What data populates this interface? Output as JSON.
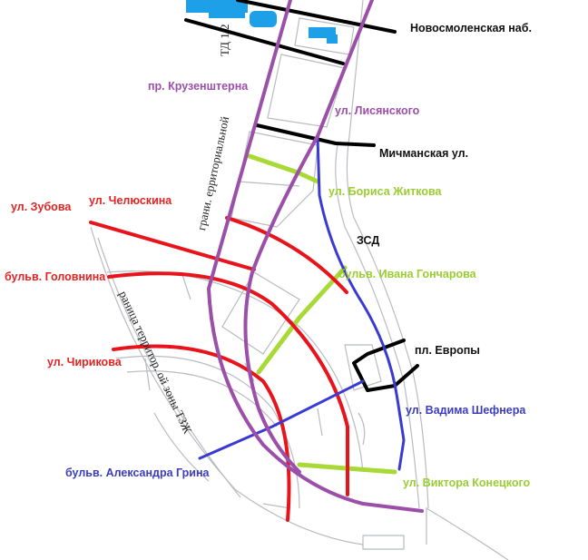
{
  "colors": {
    "purple": "#9b4fa8",
    "red": "#e8141c",
    "green": "#a8d936",
    "blue": "#3a3ad0",
    "black": "#000000",
    "water": "#1ea0e8",
    "block": "#b8bcc0"
  },
  "streets": {
    "novosmolenskaya": "Новосмоленская наб.",
    "kruzenshterna": "пр. Крузенштерна",
    "lisyanskogo": "ул. Лисянского",
    "michmanskaya": "Мичманская ул.",
    "zhitkova": "ул. Бориса Житкова",
    "zubova": "ул. Зубова",
    "chelyuskina": "ул. Челюскина",
    "zsd": "ЗСД",
    "golovnina": "бульв. Головнина",
    "goncharova": "бульв. Ивана Гончарова",
    "evropy": "пл. Европы",
    "chirikova": "ул. Чирикова",
    "shefnera": "ул. Вадима Шефнера",
    "grina": "бульв. Александра Грина",
    "konetskogo": "ул. Виктора Конецкого"
  },
  "zone_labels": {
    "td": "ТД 1 2",
    "td_border": "грани. ерриториальной",
    "tzh_border": "раница территор. ой зоны ТЗЖ"
  }
}
